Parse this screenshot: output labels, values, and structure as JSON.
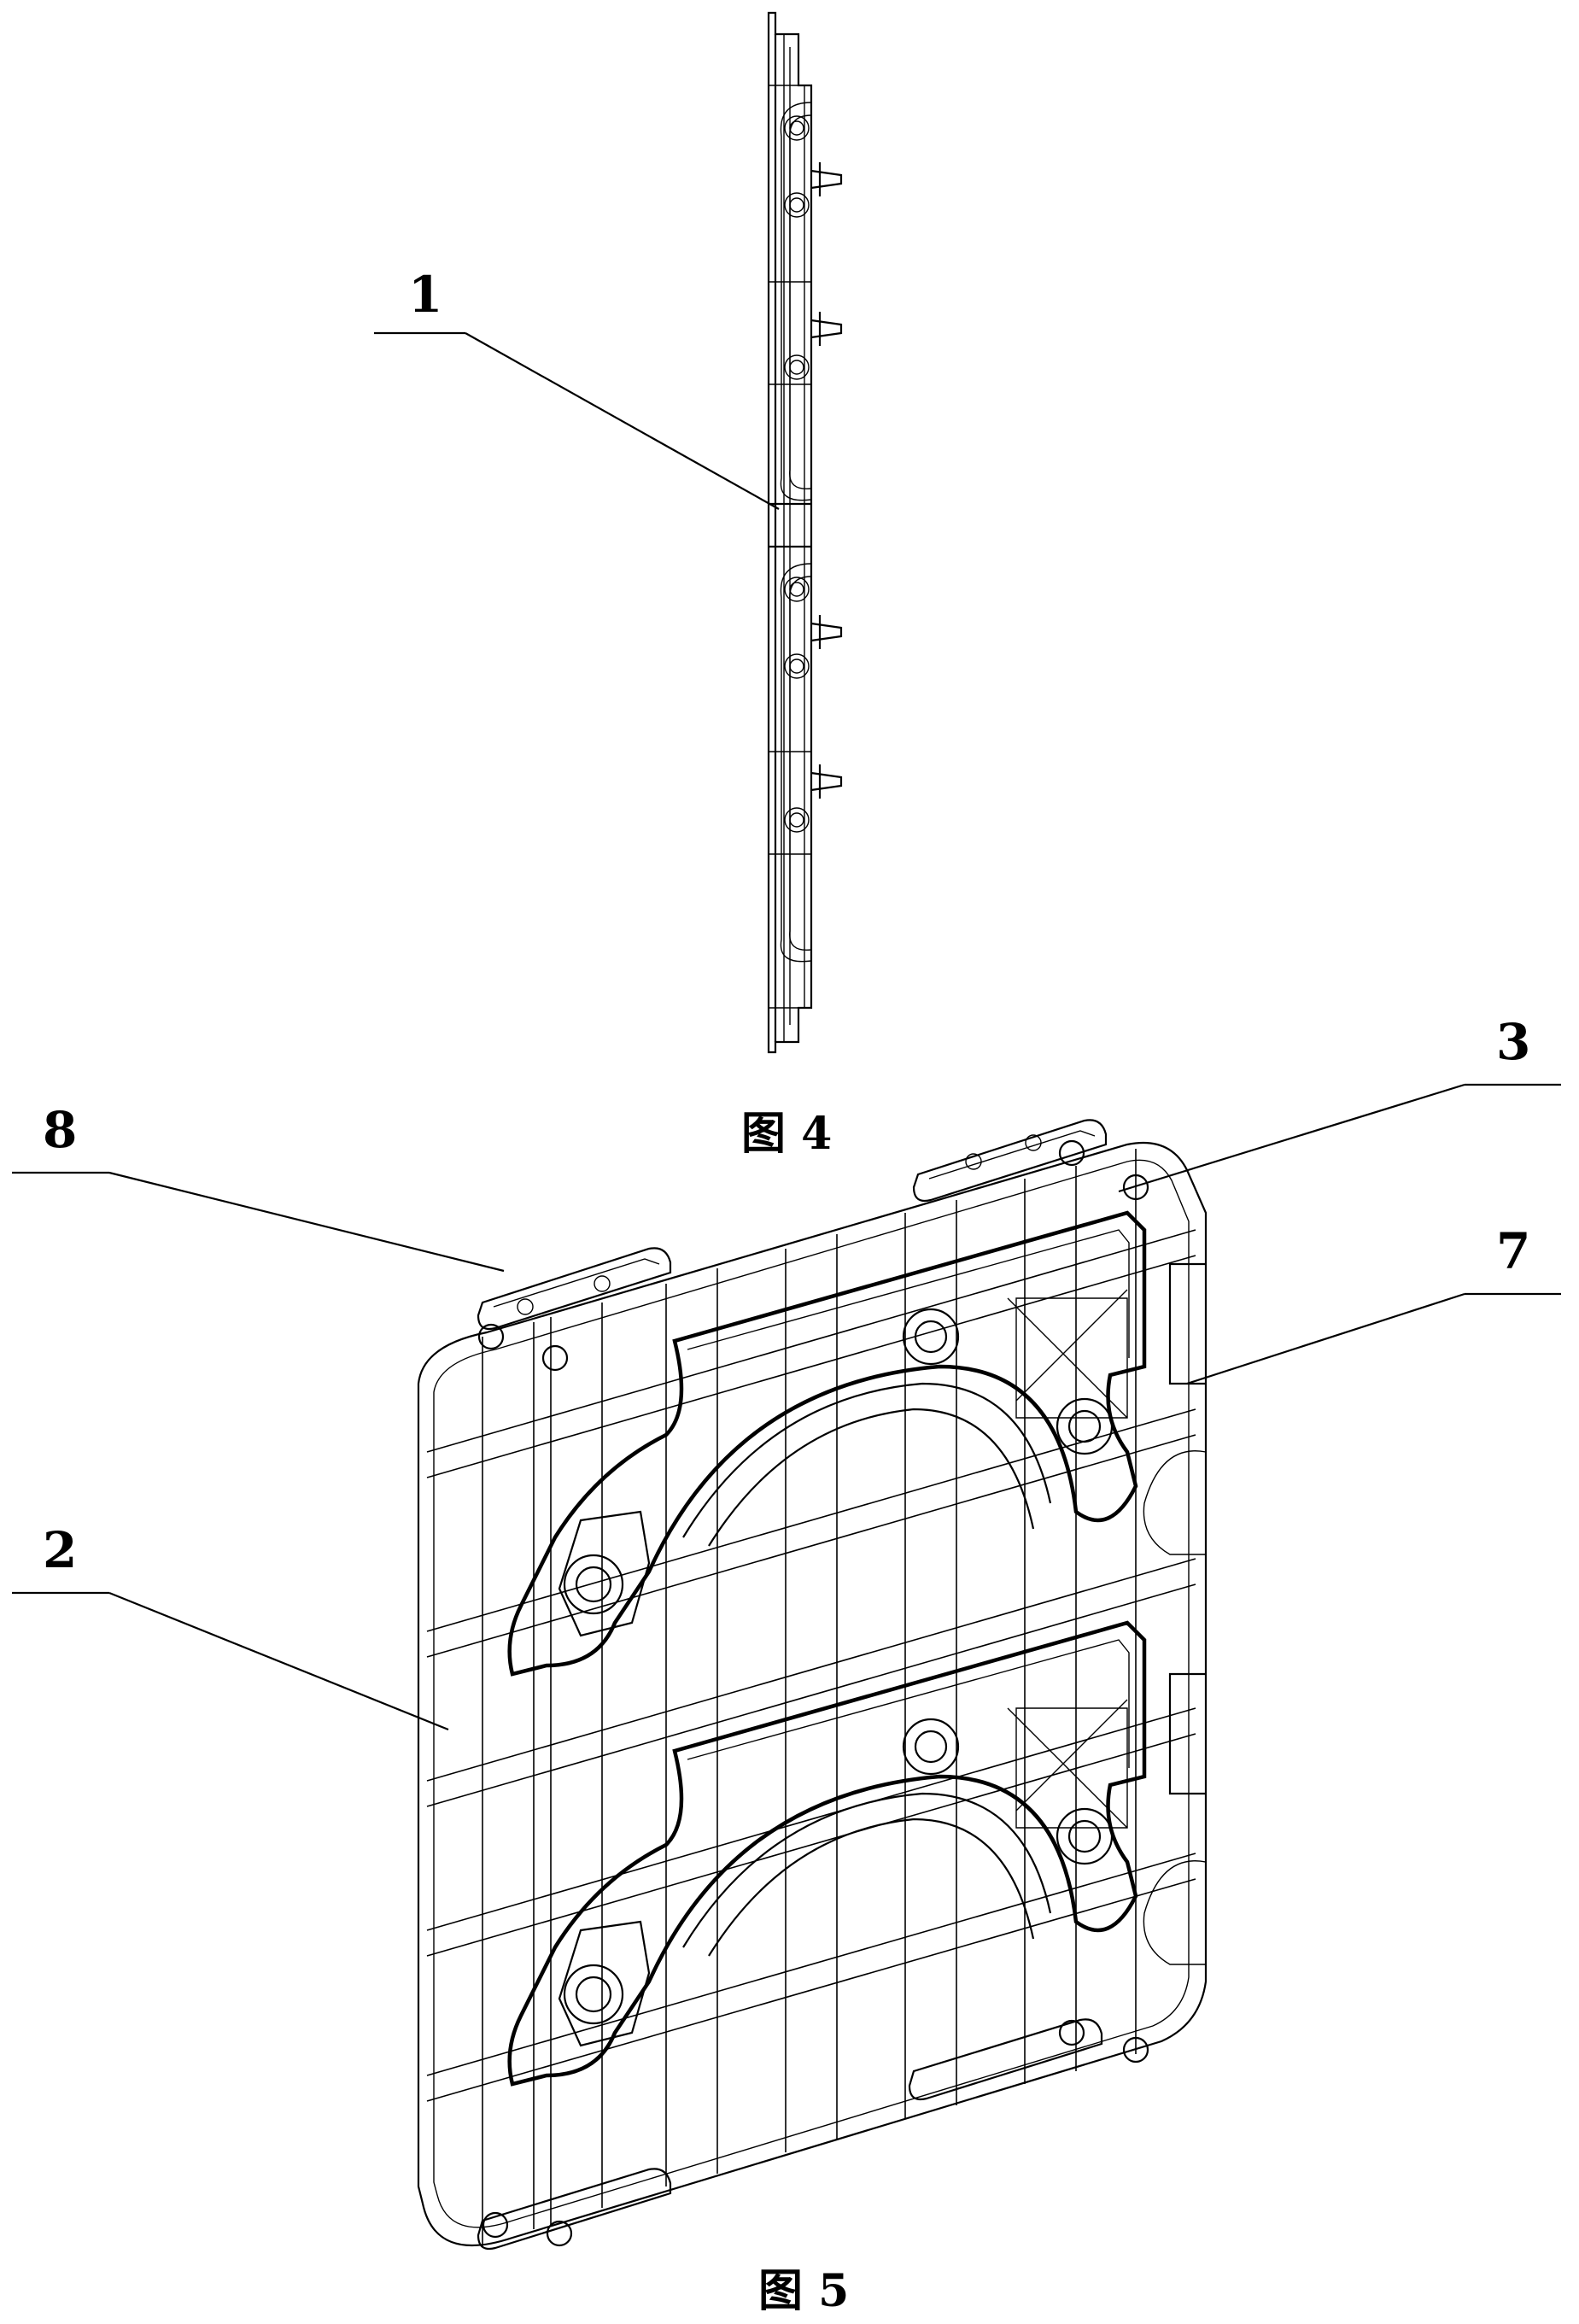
{
  "figure4": {
    "caption": "图 4",
    "labels": {
      "part_1": "1"
    }
  },
  "figure5": {
    "caption": "图 5",
    "labels": {
      "part_2": "2",
      "part_3": "3",
      "part_7": "7",
      "part_8": "8"
    }
  },
  "colors": {
    "line": "#000000",
    "background": "#ffffff"
  }
}
